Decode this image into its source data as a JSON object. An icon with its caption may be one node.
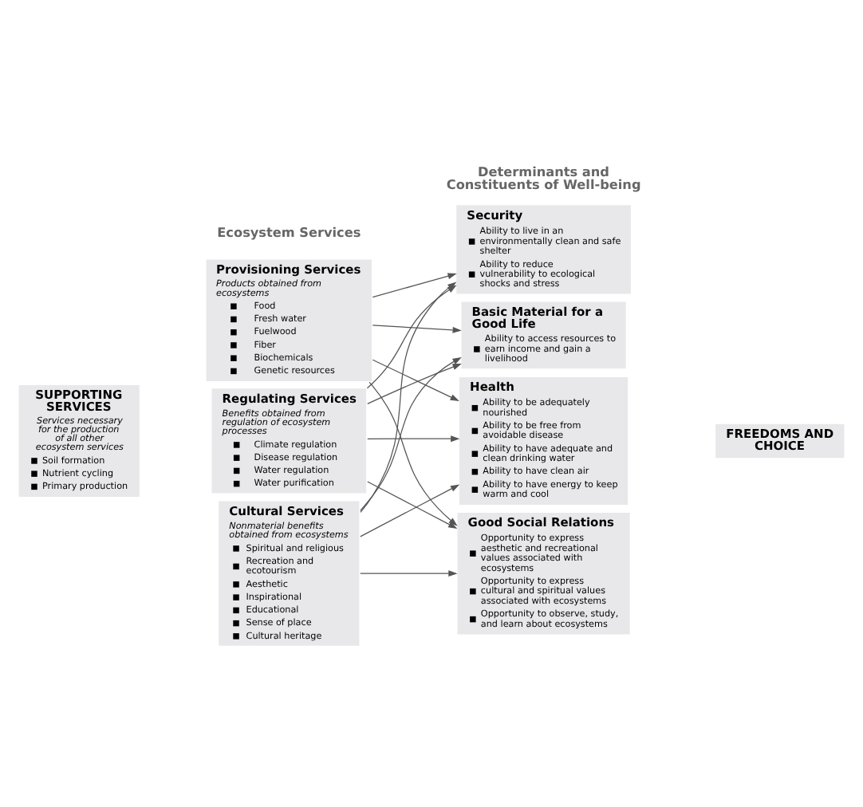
{
  "diagram": {
    "nodes": [
      {
        "text": [
          "SUPPORTING SERVICES",
          "Services necessary for the production of all other ecosystem services",
          "Soil formation",
          "Nutrient cycling",
          "Primary production"
        ]
      },
      {
        "text": [
          "Provisioning Services",
          "Products obtained from ecosystems",
          "Food",
          "Fresh water",
          "Fuelwood",
          "Fiber",
          "Biochemicals",
          "Genetic resources"
        ]
      },
      {
        "text": [
          "Regulating Services",
          "Benefits obtained from regulation of ecosystem processes",
          "Climate regulation",
          "Disease regulation",
          "Water regulation",
          "Water purification"
        ]
      },
      {
        "text": [
          "Cultural Services",
          "Nonmaterial benefits obtained from ecosystems",
          "Spiritual and religious",
          "Recreation and ecotourism",
          "Aesthetic",
          "Inspirational",
          "Educational",
          "Sense of place",
          "Cultural heritage"
        ]
      },
      {
        "text": [
          "Security",
          "Ability to live in an environmentally clean and safe shelter",
          "Ability to reduce vulnerability to ecological shocks and stress"
        ]
      },
      {
        "text": [
          "Basic Material for a Good Life",
          "Ability to access resources to earn income and gain a livelihood"
        ]
      },
      {
        "text": [
          "Health",
          "Ability to be adequately nourished",
          "Ability to be free from avoidable disease",
          "Ability to have adequate and clean drinking water",
          "Ability to have clean air",
          "Ability to have energy to keep warm and cool"
        ]
      },
      {
        "text": [
          "Good Social Relations",
          "Opportunity to express aesthetic and recreational values associated with ecosystems",
          "Opportunity to express cultural and spiritual values associated with ecosystems",
          "Opportunity to observe, study, and learn about ecosystems"
        ]
      },
      {
        "text": [
          "FREEDOMS AND CHOICE"
        ]
      }
    ],
    "edges": [
      {
        "from": 1,
        "to": 4,
        "arrow": "to"
      },
      {
        "from": 1,
        "to": 5,
        "arrow": "to"
      },
      {
        "from": 1,
        "to": 6,
        "arrow": "to"
      },
      {
        "from": 1,
        "to": 7,
        "arrow": "to"
      },
      {
        "from": 2,
        "to": 4,
        "arrow": "to"
      },
      {
        "from": 2,
        "to": 5,
        "arrow": "to"
      },
      {
        "from": 2,
        "to": 6,
        "arrow": "to"
      },
      {
        "from": 2,
        "to": 7,
        "arrow": "to"
      },
      {
        "from": 3,
        "to": 4,
        "arrow": "to"
      },
      {
        "from": 3,
        "to": 5,
        "arrow": "to"
      },
      {
        "from": 3,
        "to": 6,
        "arrow": "to"
      },
      {
        "from": 3,
        "to": 7,
        "arrow": "to"
      }
    ],
    "labels": [
      "Ecosystem Services",
      "Determinants and Constituents of Well-being"
    ]
  }
}
